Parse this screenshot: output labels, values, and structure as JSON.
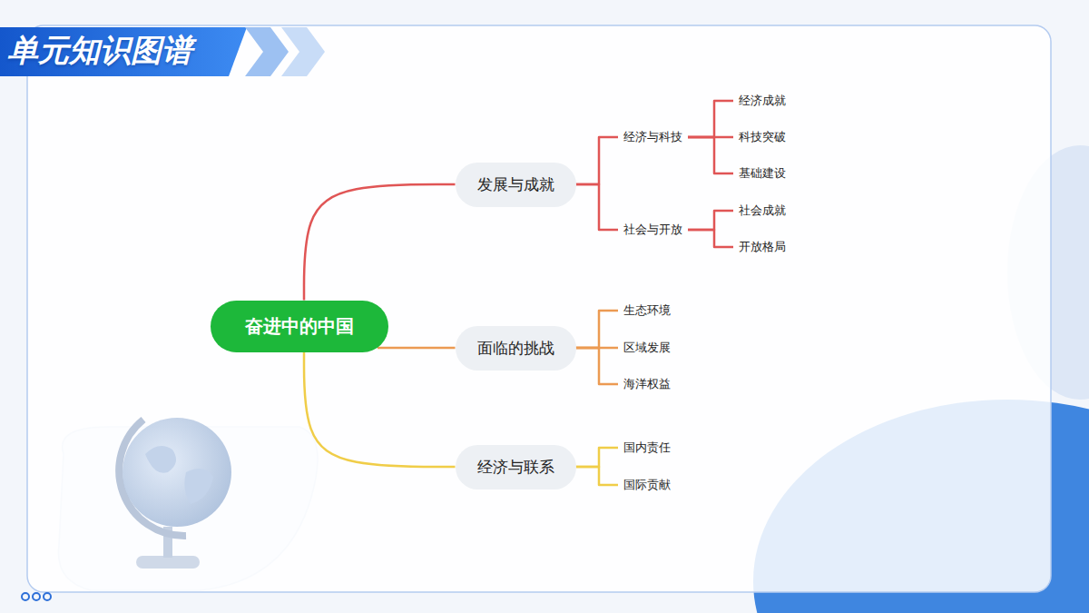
{
  "diagram": {
    "title": "单元知识图谱",
    "nodes": [
      {
        "text": [
          "奋进中的中国"
        ]
      },
      {
        "text": [
          "发展与成就"
        ]
      },
      {
        "text": [
          "经济与科技"
        ]
      },
      {
        "text": [
          "经济成就"
        ]
      },
      {
        "text": [
          "科技突破"
        ]
      },
      {
        "text": [
          "基础建设"
        ]
      },
      {
        "text": [
          "社会与开放"
        ]
      },
      {
        "text": [
          "社会成就"
        ]
      },
      {
        "text": [
          "开放格局"
        ]
      },
      {
        "text": [
          "面临的挑战"
        ]
      },
      {
        "text": [
          "生态环境"
        ]
      },
      {
        "text": [
          "区域发展"
        ]
      },
      {
        "text": [
          "海洋权益"
        ]
      },
      {
        "text": [
          "经济与联系"
        ]
      },
      {
        "text": [
          "国内责任"
        ]
      },
      {
        "text": [
          "国际贡献"
        ]
      }
    ],
    "edges": [
      {
        "from": 0,
        "to": 1,
        "arrow": "none"
      },
      {
        "from": 0,
        "to": 9,
        "arrow": "none"
      },
      {
        "from": 0,
        "to": 13,
        "arrow": "none"
      },
      {
        "from": 1,
        "to": 2,
        "arrow": "none"
      },
      {
        "from": 1,
        "to": 6,
        "arrow": "none"
      },
      {
        "from": 2,
        "to": 3,
        "arrow": "none"
      },
      {
        "from": 2,
        "to": 4,
        "arrow": "none"
      },
      {
        "from": 2,
        "to": 5,
        "arrow": "none"
      },
      {
        "from": 6,
        "to": 7,
        "arrow": "none"
      },
      {
        "from": 6,
        "to": 8,
        "arrow": "none"
      },
      {
        "from": 9,
        "to": 10,
        "arrow": "none"
      },
      {
        "from": 9,
        "to": 11,
        "arrow": "none"
      },
      {
        "from": 9,
        "to": 12,
        "arrow": "none"
      },
      {
        "from": 13,
        "to": 14,
        "arrow": "none"
      },
      {
        "from": 13,
        "to": 15,
        "arrow": "none"
      }
    ]
  }
}
